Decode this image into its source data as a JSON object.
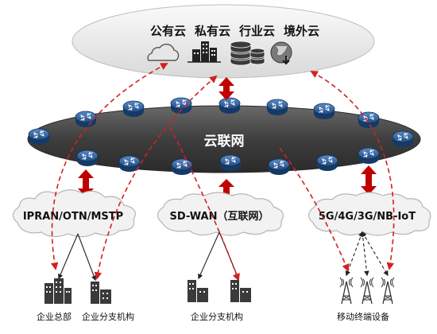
{
  "cloud_services": {
    "labels": [
      "公有云",
      "私有云",
      "行业云",
      "境外云"
    ],
    "icons": [
      "cloud-icon",
      "buildings-icon",
      "database-icon",
      "globe-download-icon"
    ]
  },
  "core_network": {
    "label": "云联网",
    "router_icon": "router-icon"
  },
  "access_clouds": {
    "left": "IPRAN/OTN/MSTP",
    "middle": "SD-WAN（互联网）",
    "right": "5G/4G/3G/NB-IoT"
  },
  "endpoints": {
    "hq": "企业总部",
    "branch_left": "企业分支机构",
    "branch_middle": "企业分支机构",
    "mobile": "移动终端设备"
  },
  "colors": {
    "ring": "#4b4b4b",
    "router": "#2f5f98",
    "red_arrow": "#c00000",
    "dashed_red": "#d42020",
    "cloud_fill": "#f2f2f2",
    "cloud_stroke": "#b5b5b5"
  }
}
